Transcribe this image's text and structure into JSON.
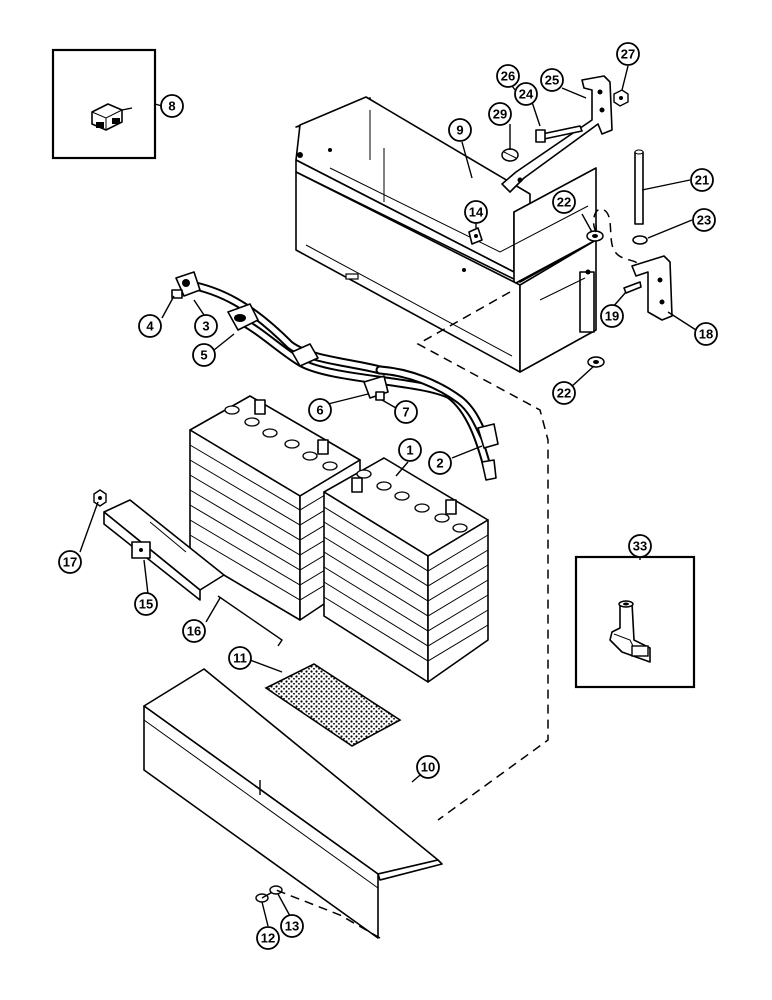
{
  "callouts": {
    "c1": "1",
    "c2": "2",
    "c3": "3",
    "c4": "4",
    "c5": "5",
    "c6": "6",
    "c7": "7",
    "c8": "8",
    "c9": "9",
    "c10": "10",
    "c11": "11",
    "c12": "12",
    "c13": "13",
    "c14": "14",
    "c15": "15",
    "c16": "16",
    "c17": "17",
    "c18": "18",
    "c19": "19",
    "c21": "21",
    "c22a": "22",
    "c22b": "22",
    "c23": "23",
    "c24": "24",
    "c25": "25",
    "c26": "26",
    "c27": "27",
    "c29": "29",
    "c33": "33"
  }
}
